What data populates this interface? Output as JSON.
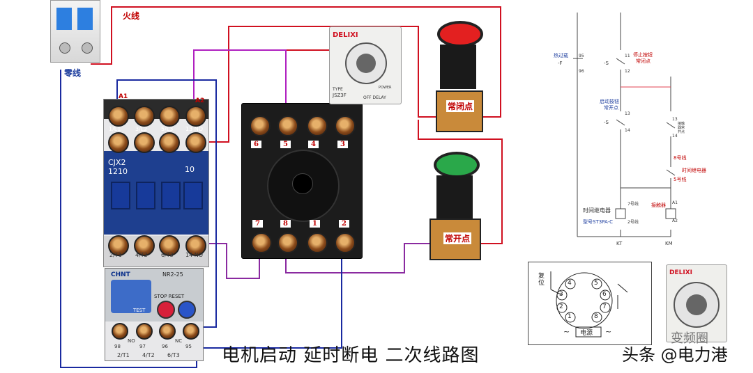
{
  "labels": {
    "live_wire": "火线",
    "neutral_wire": "零线",
    "a1": "A1",
    "a2": "A2",
    "nc_contact": "常闭点",
    "no_contact": "常开点",
    "title": "电机启动  延时断电  二次线路图",
    "watermark": "头条 @电力港",
    "brand_left": "变频圈"
  },
  "contactor": {
    "model": "CJX2\n1210",
    "rating": "10",
    "top_terms": [
      "1/L1",
      "3/L2",
      "5/L3",
      "13 NO"
    ],
    "bottom_terms": [
      "2/T1",
      "4/T2",
      "6/T3",
      "14 NO"
    ]
  },
  "overload": {
    "brand": "CHNT",
    "model": "NR2-25",
    "stop_reset": "STOP  RESET",
    "test": "TEST",
    "nc": "NC",
    "no": "NO",
    "terms": [
      "98",
      "97",
      "96",
      "95"
    ],
    "bottom": [
      "2/T1",
      "4/T2",
      "6/T3"
    ]
  },
  "relay_socket": {
    "top_pins": [
      "6",
      "5",
      "4",
      "3"
    ],
    "bottom_pins": [
      "7",
      "8",
      "1",
      "2"
    ]
  },
  "timer": {
    "brand": "DELIXI",
    "type": "JSZ3F",
    "mode": "OFF DELAY",
    "power": "POWER",
    "type_label": "TYPE"
  },
  "schematic": {
    "thermal": "热过载",
    "f_label": "-F",
    "t95": "95",
    "t96": "96",
    "stop_button": "停止按钮",
    "stop_nc": "常闭点",
    "s_label": "-S",
    "t11": "11",
    "t12": "12",
    "start_button": "启动按钮",
    "start_no": "常开点",
    "t13": "13",
    "t14": "14",
    "contactor_aux": "接触器常开点",
    "wire8": "8号线",
    "timer_relay": "时间继电器",
    "wire5": "5号线",
    "wire7": "7号线",
    "wire2": "2号线",
    "contactor": "接触器",
    "a1": "A1",
    "a2": "A2",
    "coil_label": "时间继电器",
    "model_label": "型号ST3PA-C",
    "kt": "KT",
    "km": "KM"
  },
  "pinout": {
    "reset": "复位",
    "pins": [
      "4",
      "5",
      "3",
      "6",
      "2",
      "7",
      "1",
      "8"
    ],
    "power": "电源",
    "tilde": "~"
  }
}
